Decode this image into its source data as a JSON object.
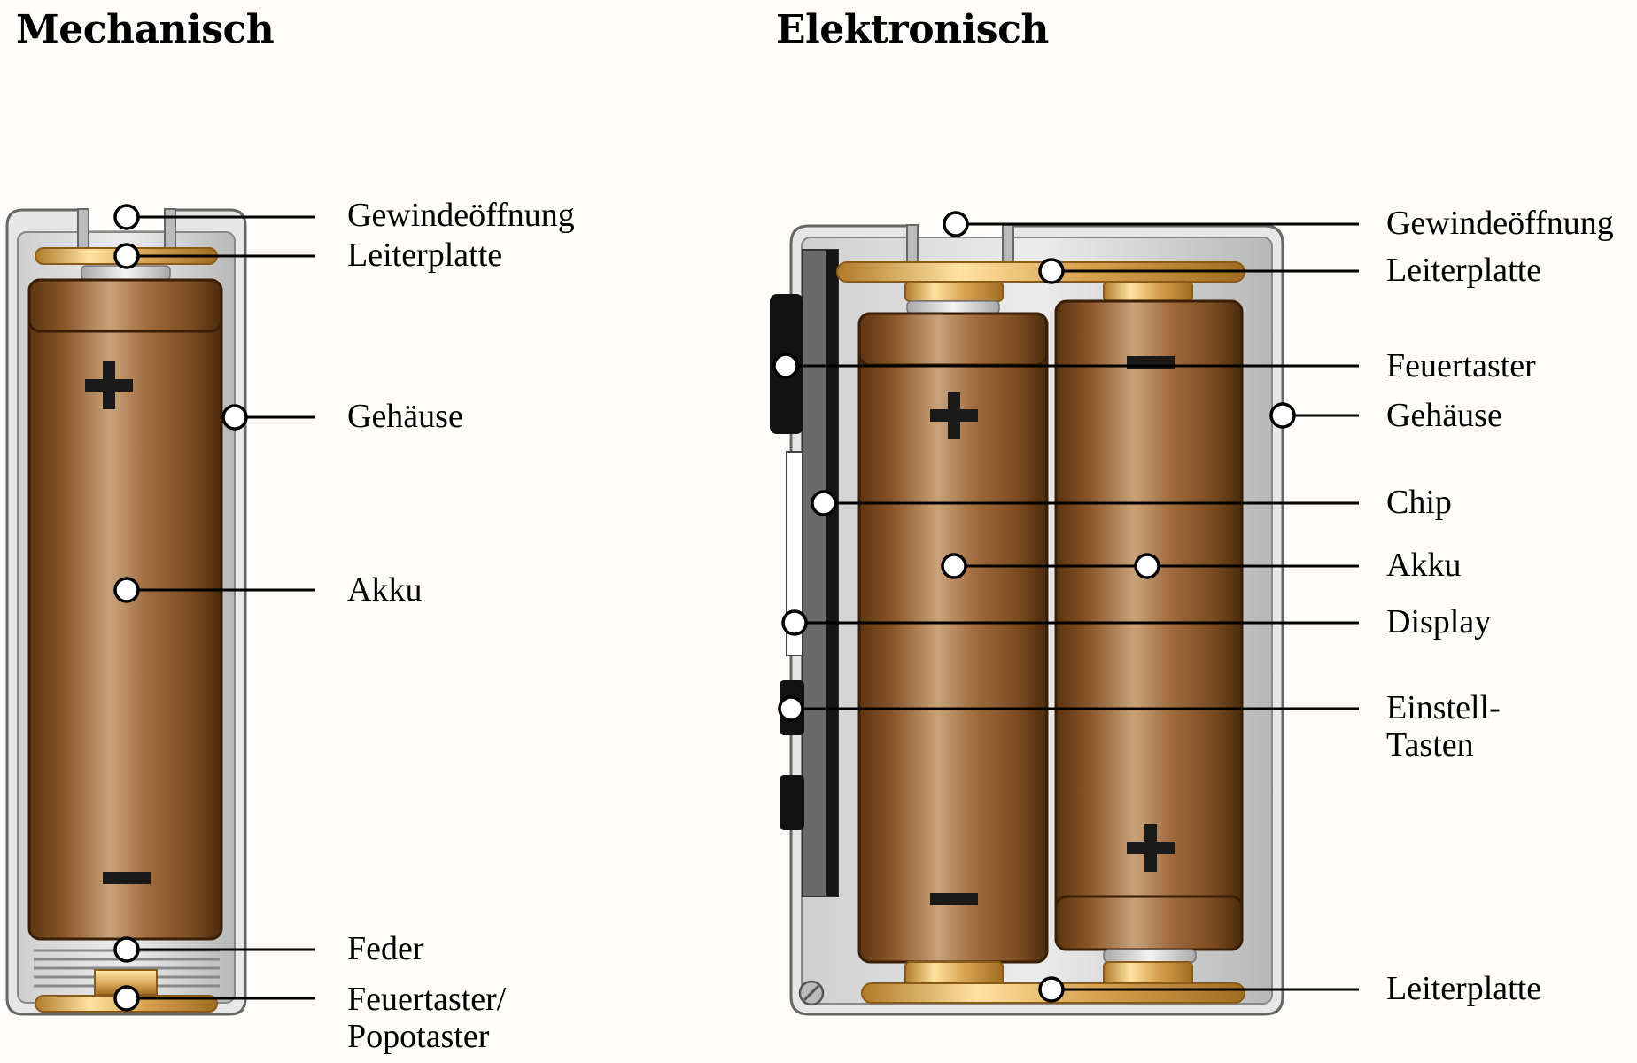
{
  "panels": {
    "mechanical": {
      "title": "Mechanisch",
      "labels": {
        "gewinde": "Gewindeöffnung",
        "leiterplatte": "Leiterplatte",
        "gehaeuse": "Gehäuse",
        "akku": "Akku",
        "feder": "Feder",
        "feuertaster_line1": "Feuertaster/",
        "feuertaster_line2": "Popotaster"
      },
      "battery_symbols": {
        "plus": "+",
        "minus": "−"
      }
    },
    "electronic": {
      "title": "Elektronisch",
      "labels": {
        "gewinde": "Gewindeöffnung",
        "leiterplatte_top": "Leiterplatte",
        "feuertaster": "Feuertaster",
        "gehaeuse": "Gehäuse",
        "chip": "Chip",
        "akku": "Akku",
        "display": "Display",
        "einstell_line1": "Einstell-",
        "einstell_line2": "Tasten",
        "leiterplatte_bottom": "Leiterplatte"
      }
    }
  },
  "colors": {
    "battery_dark": "#5a3512",
    "battery_mid": "#9a5e30",
    "battery_light": "#c9a27a",
    "brass": "#e0b060",
    "steel": "#c8c8c8",
    "pcb": "#151515"
  }
}
